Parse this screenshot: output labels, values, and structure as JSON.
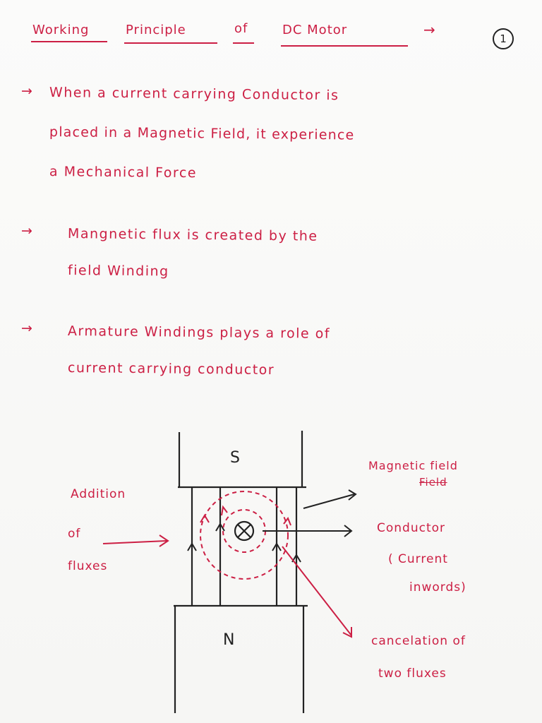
{
  "title": {
    "words": [
      "Working",
      "Principle",
      "of",
      "DC Motor"
    ],
    "arrow": "→"
  },
  "page_number": "1",
  "bullets": [
    {
      "arrow": "→",
      "lines": [
        "When   a   current carrying  Conductor  is",
        "placed  in  a  Magnetic  Field, it  experience",
        "a   Mechanical  Force"
      ]
    },
    {
      "arrow": "→",
      "lines": [
        "Mangnetic  flux is  created  by  the",
        "field  Winding"
      ]
    },
    {
      "arrow": "→",
      "lines": [
        "Armature  Windings  plays  a  role  of",
        "current   carrying   conductor"
      ]
    }
  ],
  "diagram": {
    "pole_top": "S",
    "pole_bottom": "N",
    "label_addition": [
      "Addition",
      "of",
      "fluxes"
    ],
    "label_magnetic_field": "Magnetic  field",
    "label_magnetic_field_strike": "Field",
    "label_conductor": [
      "Conductor",
      "( Current",
      "inwords)"
    ],
    "label_cancel": [
      "cancelation  of",
      "two  fluxes"
    ],
    "conductor_symbol": "⊗"
  },
  "colors": {
    "ink_red": "#cc1f44",
    "ink_black": "#222222",
    "paper": "#f8f8f6"
  }
}
